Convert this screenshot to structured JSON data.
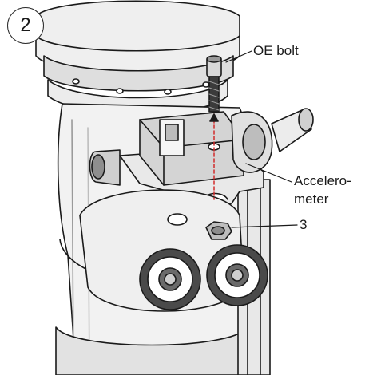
{
  "step_number": "2",
  "callouts": {
    "oe_bolt": "OE bolt",
    "accelerometer_line1": "Accelero-",
    "accelerometer_line2": "meter",
    "item_3": "3"
  },
  "colors": {
    "line": "#1a1a1a",
    "shade_light": "#e6e6e6",
    "shade_mid": "#cfcfcf",
    "shade_dark": "#a9a9a9",
    "guide_line": "#d22b2b"
  }
}
